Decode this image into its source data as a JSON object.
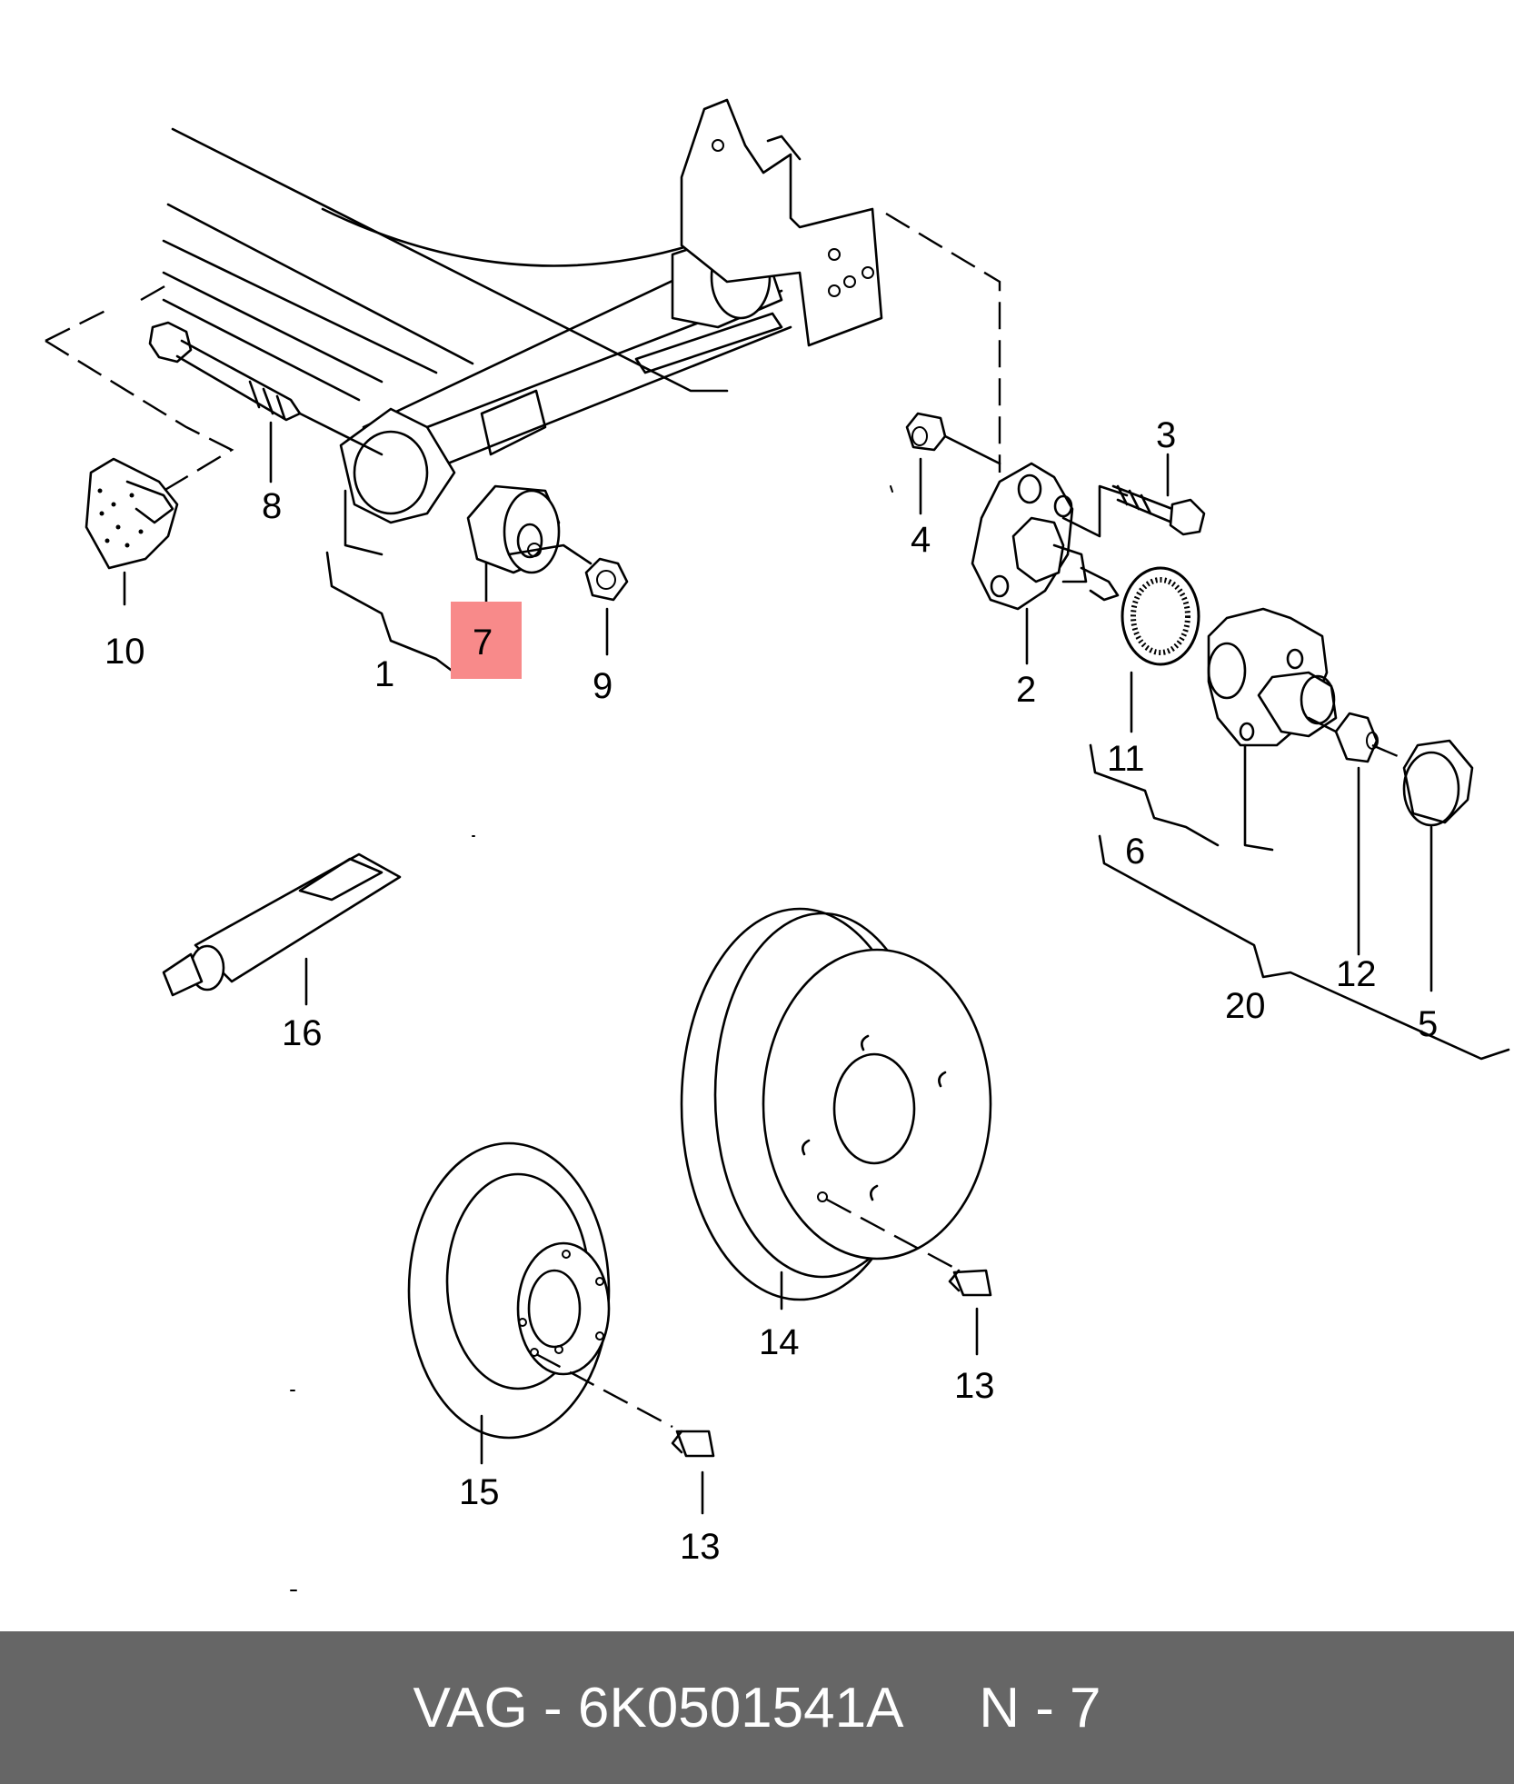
{
  "diagram": {
    "highlight_color": "#f88a8a",
    "highlighted_label": "7",
    "labels": [
      "1",
      "2",
      "3",
      "4",
      "5",
      "6",
      "7",
      "8",
      "9",
      "10",
      "11",
      "12",
      "13",
      "13",
      "14",
      "15",
      "16",
      "20"
    ]
  },
  "footer": {
    "brand": "VAG",
    "separator": " - ",
    "part_number": "6K0501541A",
    "gap": "     ",
    "position": "N - 7",
    "background": "#666666",
    "text_color": "#ffffff"
  }
}
